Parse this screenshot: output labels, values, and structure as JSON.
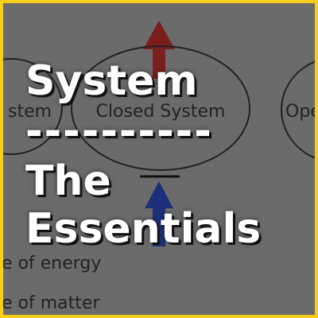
{
  "thumbnail": {
    "border_color": "#f5cf1c",
    "background_color": "#6b6b6b",
    "title_lines": [
      "System",
      "----------",
      "The",
      "Essentials"
    ]
  },
  "diagram": {
    "left_system_label": "stem",
    "center_system_label": "Closed System",
    "right_system_label": "Ope",
    "legend_energy": "e of energy",
    "legend_matter": "e of matter",
    "energy_out_arrow_color": "#7a1e1e",
    "energy_in_arrow_color": "#1e2f7a"
  }
}
